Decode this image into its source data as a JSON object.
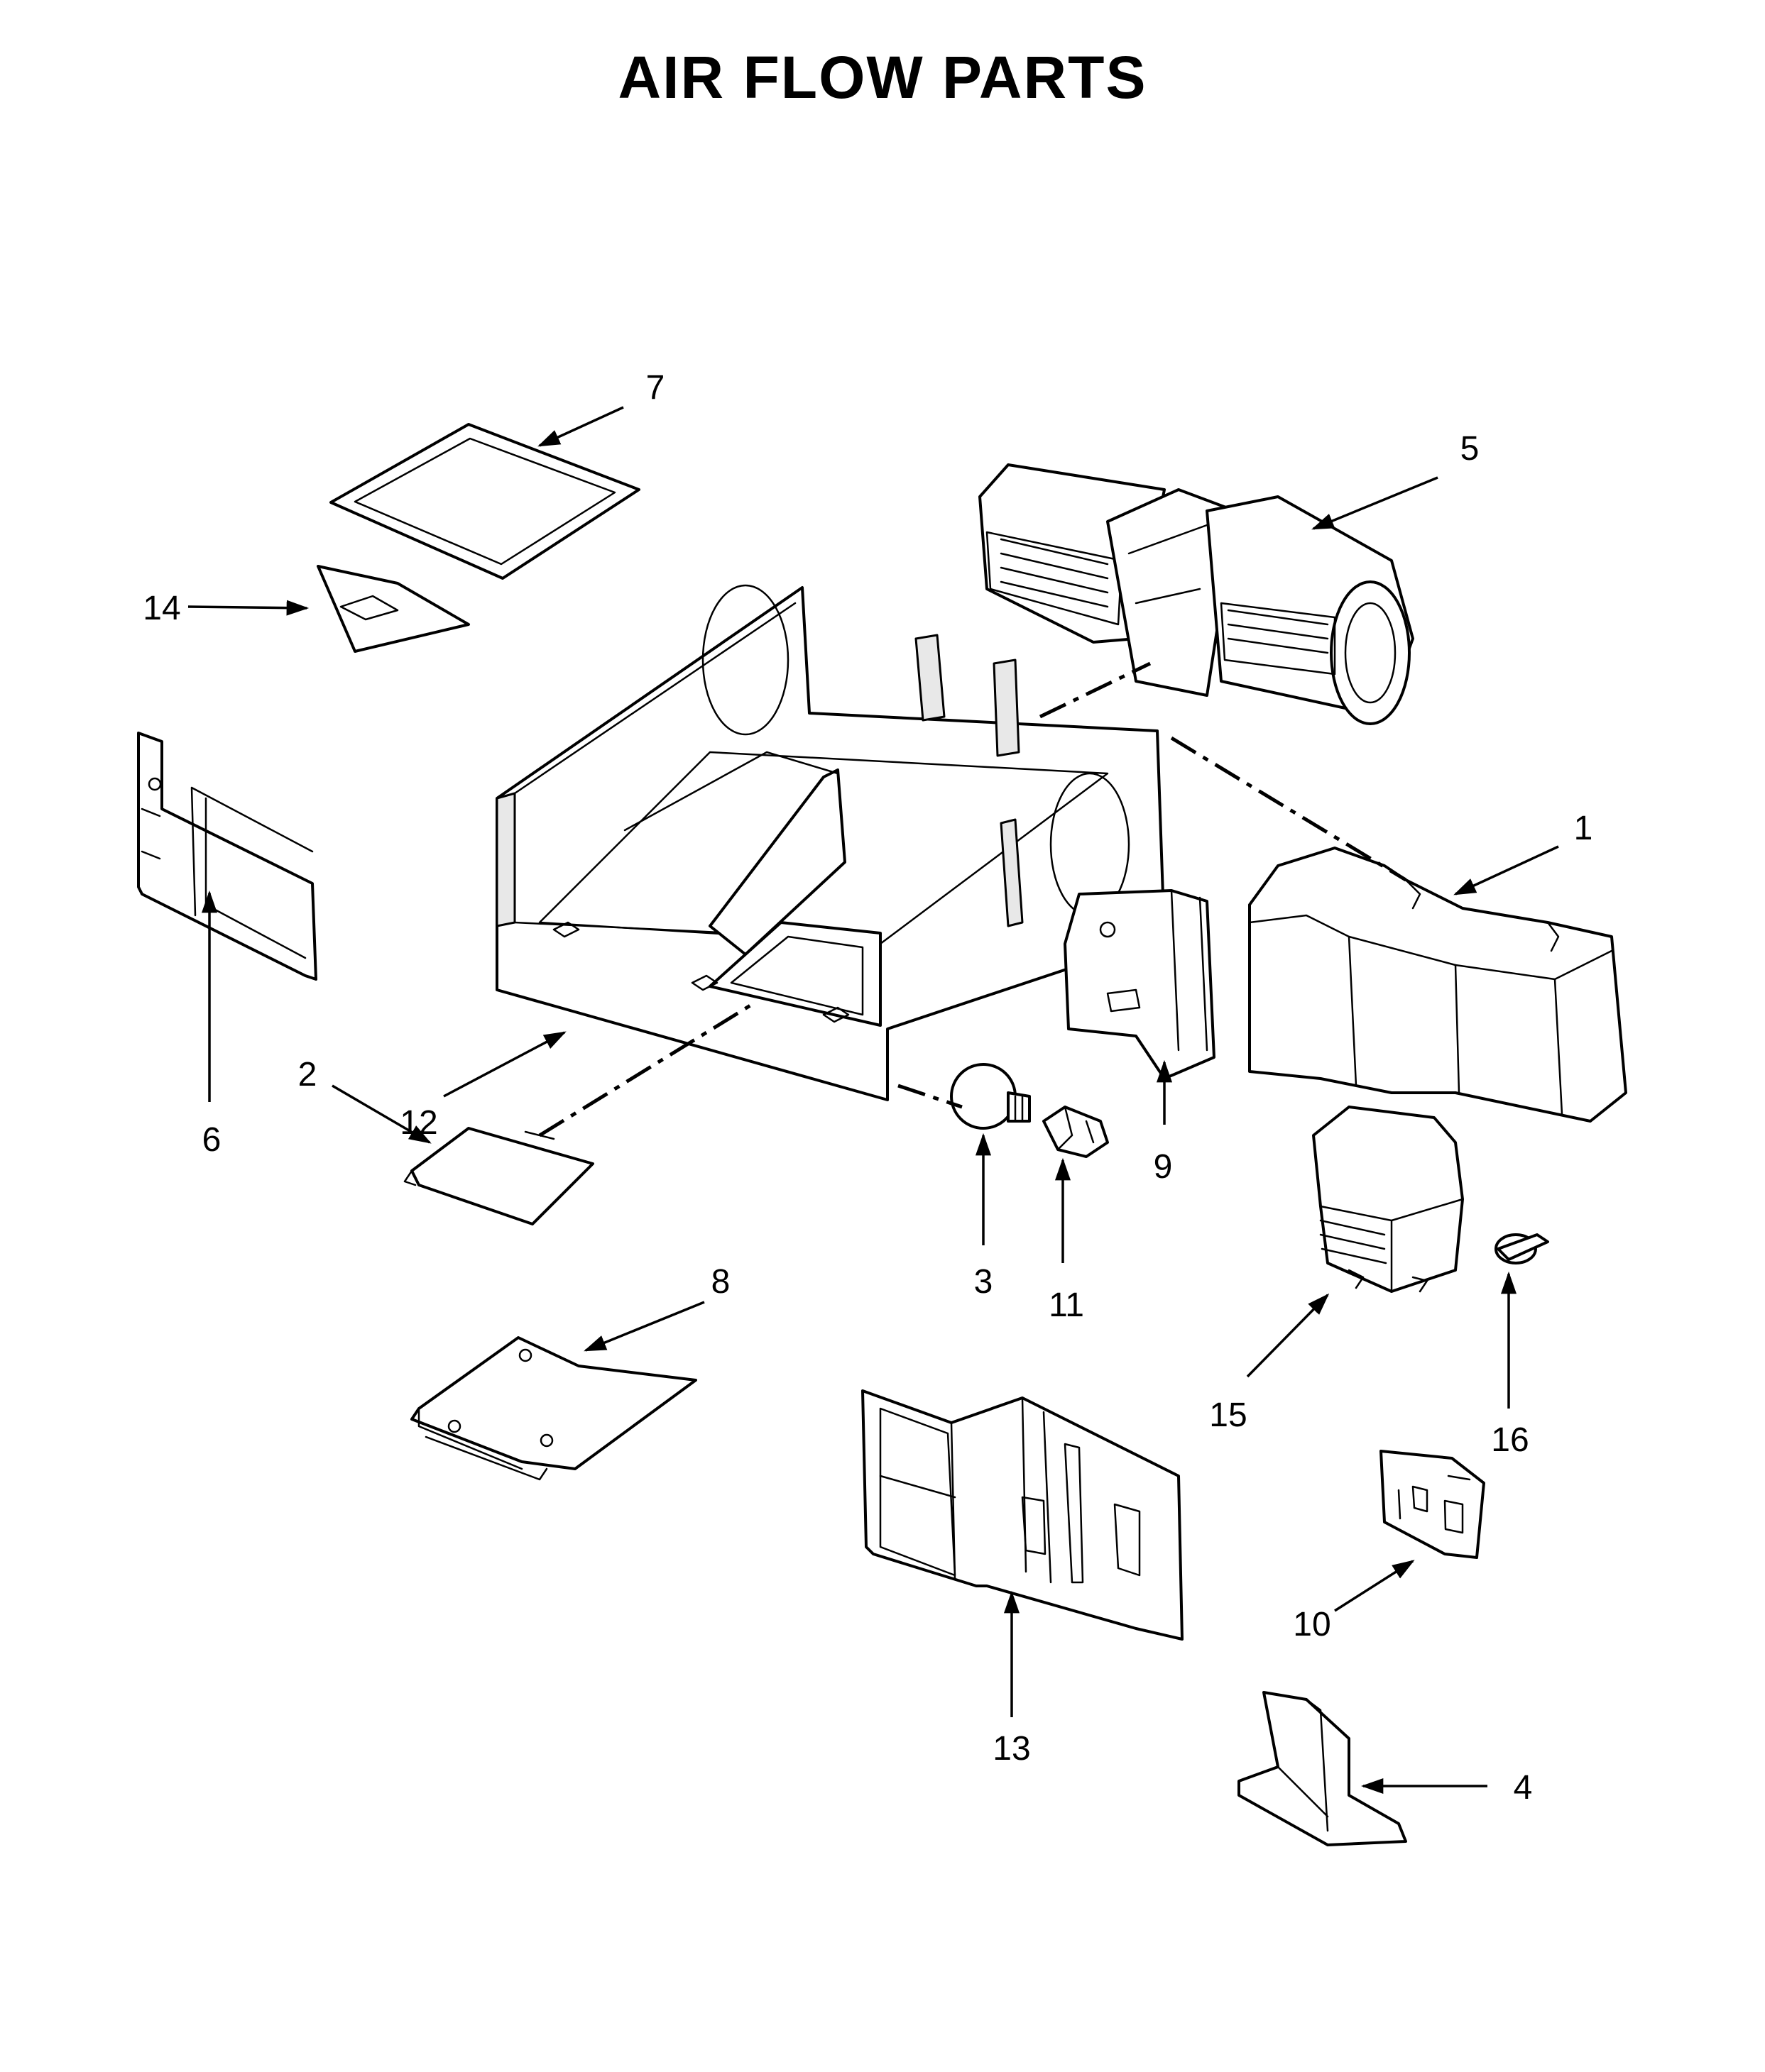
{
  "title": "AIR FLOW PARTS",
  "callouts": {
    "c1": "1",
    "c2": "2",
    "c3": "3",
    "c4": "4",
    "c5": "5",
    "c6": "6",
    "c7": "7",
    "c8": "8",
    "c9": "9",
    "c10": "10",
    "c11": "11",
    "c12": "12",
    "c13": "13",
    "c14": "14",
    "c15": "15",
    "c16": "16"
  }
}
